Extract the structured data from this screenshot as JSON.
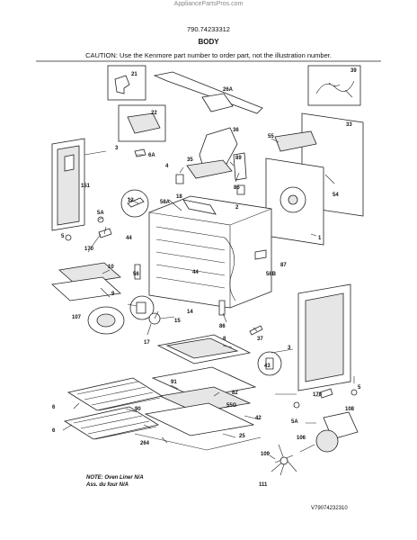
{
  "header": {
    "site": "AppliancePartsPros.com",
    "model": "790.74233312",
    "title": "BODY",
    "caution": "CAUTION: Use the Kenmore part number to order part, not the illustration number."
  },
  "callouts": [
    "21",
    "26A",
    "39",
    "22",
    "36",
    "33",
    "55",
    "3",
    "6A",
    "4",
    "35",
    "89",
    "151",
    "5A",
    "12",
    "58A",
    "18",
    "86",
    "2",
    "54",
    "5",
    "44",
    "1",
    "170",
    "10",
    "9",
    "56",
    "58B",
    "87",
    "44",
    "107",
    "14",
    "15",
    "17",
    "86",
    "37",
    "8",
    "3",
    "43",
    "91",
    "82",
    "6",
    "90",
    "55G",
    "42",
    "5",
    "170",
    "5A",
    "264",
    "25",
    "108",
    "106",
    "109",
    "111",
    "6"
  ],
  "notes": {
    "line1": "NOTE: Oven Liner N/A",
    "line2": "Ass. du four N/A"
  },
  "drawing_code": "V79074232310"
}
